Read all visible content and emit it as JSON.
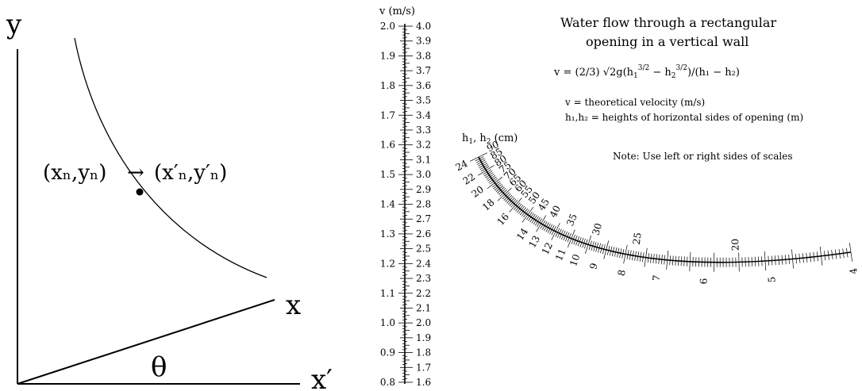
{
  "rotation_diagram": {
    "y_label": "y",
    "x_label": "x",
    "x_prime_label": "x′",
    "angle_label": "θ",
    "point_original": "(xₙ,yₙ)",
    "arrow_glyph": "→",
    "point_rotated": "(x′ₙ,y′ₙ)"
  },
  "nomogram": {
    "title_line1": "Water flow through a rectangular",
    "title_line2": "opening in a vertical wall",
    "formula": {
      "lead": "v = (2/3) √2g(h",
      "sub1": "1",
      "sup1": "3/2",
      "mid": " − h",
      "sub2": "2",
      "sup2": "3/2",
      "tail": ")/(h₁ − h₂)"
    },
    "legend_v": "v = theoretical velocity (m/s)",
    "legend_h": "h₁,h₂ = heights of horizontal sides of opening (m)",
    "note": "Note: Use left or right sides of scales",
    "v_scale": {
      "label": "v (m/s)",
      "left_ticks": [
        "2.0",
        "1.9",
        "1.8",
        "1.7",
        "1.6",
        "1.5",
        "1.4",
        "1.3",
        "1.2",
        "1.1",
        "1.0",
        "0.9",
        "0.8"
      ],
      "right_ticks": [
        "4.0",
        "3.9",
        "3.8",
        "3.7",
        "3.6",
        "3.5",
        "3.4",
        "3.3",
        "3.2",
        "3.1",
        "3.0",
        "2.9",
        "2.8",
        "2.7",
        "2.6",
        "2.5",
        "2.4",
        "2.3",
        "2.2",
        "2.1",
        "2.0",
        "1.9",
        "1.8",
        "1.7",
        "1.6"
      ]
    },
    "h_scale": {
      "label_main": "h",
      "label_sub1": "1",
      "label_mid": ", h",
      "label_sub2": "2",
      "label_unit": " (cm)",
      "outer_labels": [
        "90",
        "85",
        "80",
        "75",
        "70",
        "65",
        "60",
        "55",
        "50",
        "45",
        "40",
        "35",
        "30",
        "25",
        "20"
      ],
      "inner_labels": [
        "24",
        "22",
        "20",
        "18",
        "16",
        "14",
        "13",
        "12",
        "11",
        "10",
        "9",
        "8",
        "7",
        "6",
        "5",
        "4"
      ]
    }
  }
}
